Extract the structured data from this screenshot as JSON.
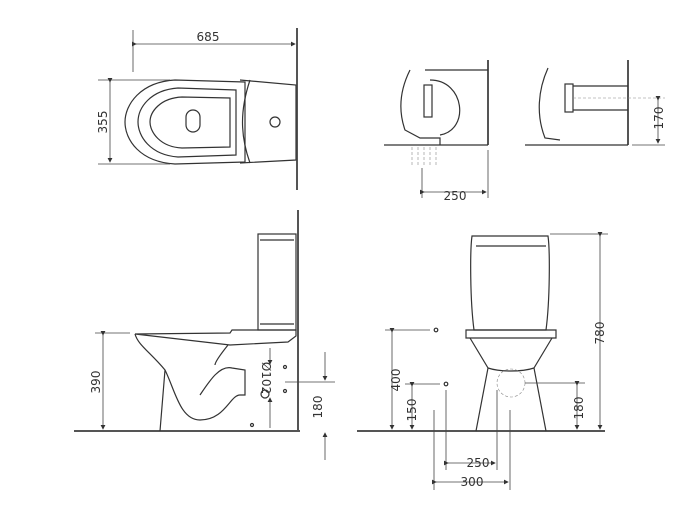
{
  "drawing": {
    "top_view": {
      "width_label": "685",
      "depth_label": "355"
    },
    "outlet_detail_a": {
      "label": "250"
    },
    "outlet_detail_b": {
      "label": "170"
    },
    "side_view": {
      "seat_height_label": "390",
      "outlet_diameter_label": "Ø102",
      "outlet_height_label": "180"
    },
    "front_view": {
      "fixing_height_label": "400",
      "lower_fixing_label": "150",
      "total_height_label": "780",
      "outlet_height_label": "180",
      "fixing_spacing_label": "250",
      "base_width_label": "300"
    }
  }
}
